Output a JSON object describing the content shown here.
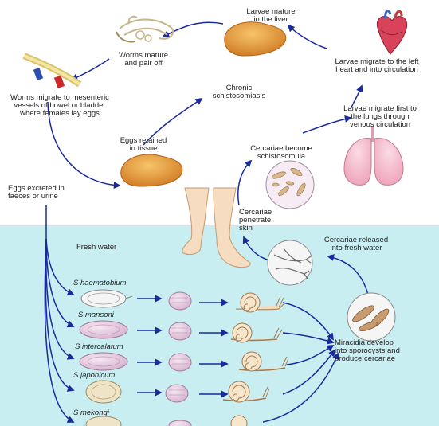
{
  "labels": {
    "larvae_mature_liver": "Larvae mature\nin the liver",
    "worms_mature": "Worms mature\nand pair off",
    "larvae_left_heart": "Larvae migrate to the left\nheart and into circulation",
    "worms_migrate": "Worms migrate to mesenteric\nvessels of bowel or bladder\nwhere females lay eggs",
    "chronic": "Chronic\nschistosomiasis",
    "larvae_lungs": "Larvae migrate first to\nthe lungs through\nvenous circulation",
    "eggs_retained": "Eggs retained\nin tissue",
    "cercariae_become": "Cercariae become\nschistosomula",
    "eggs_excreted": "Eggs excreted in\nfaeces or urine",
    "cercariae_penetrate": "Cercariae\npenetrate\nskin",
    "fresh_water": "Fresh water",
    "cercariae_released": "Cercariae released\ninto fresh water",
    "miracidia": "Miracidia develop\ninto sporocysts and\nproduce cercariae"
  },
  "species": [
    "S haematobium",
    "S mansoni",
    "S intercalatum",
    "S japonicum",
    "S mekongi"
  ],
  "colors": {
    "arrow": "#1a2a9c",
    "water": "#c9eef2",
    "liver": "#e39a3a",
    "lung": "#f4b6c8",
    "skin": "#f6dcc0",
    "egg": "#e2c4dc",
    "snail": "#f1dcc0"
  },
  "icons": [
    "worm-pair-icon",
    "liver-icon",
    "heart-icon",
    "lungs-icon",
    "schistosomula-icon",
    "legs-icon",
    "cercariae-icon",
    "miracidia-icon",
    "egg-icon",
    "miracidium-icon",
    "snail-icon"
  ]
}
